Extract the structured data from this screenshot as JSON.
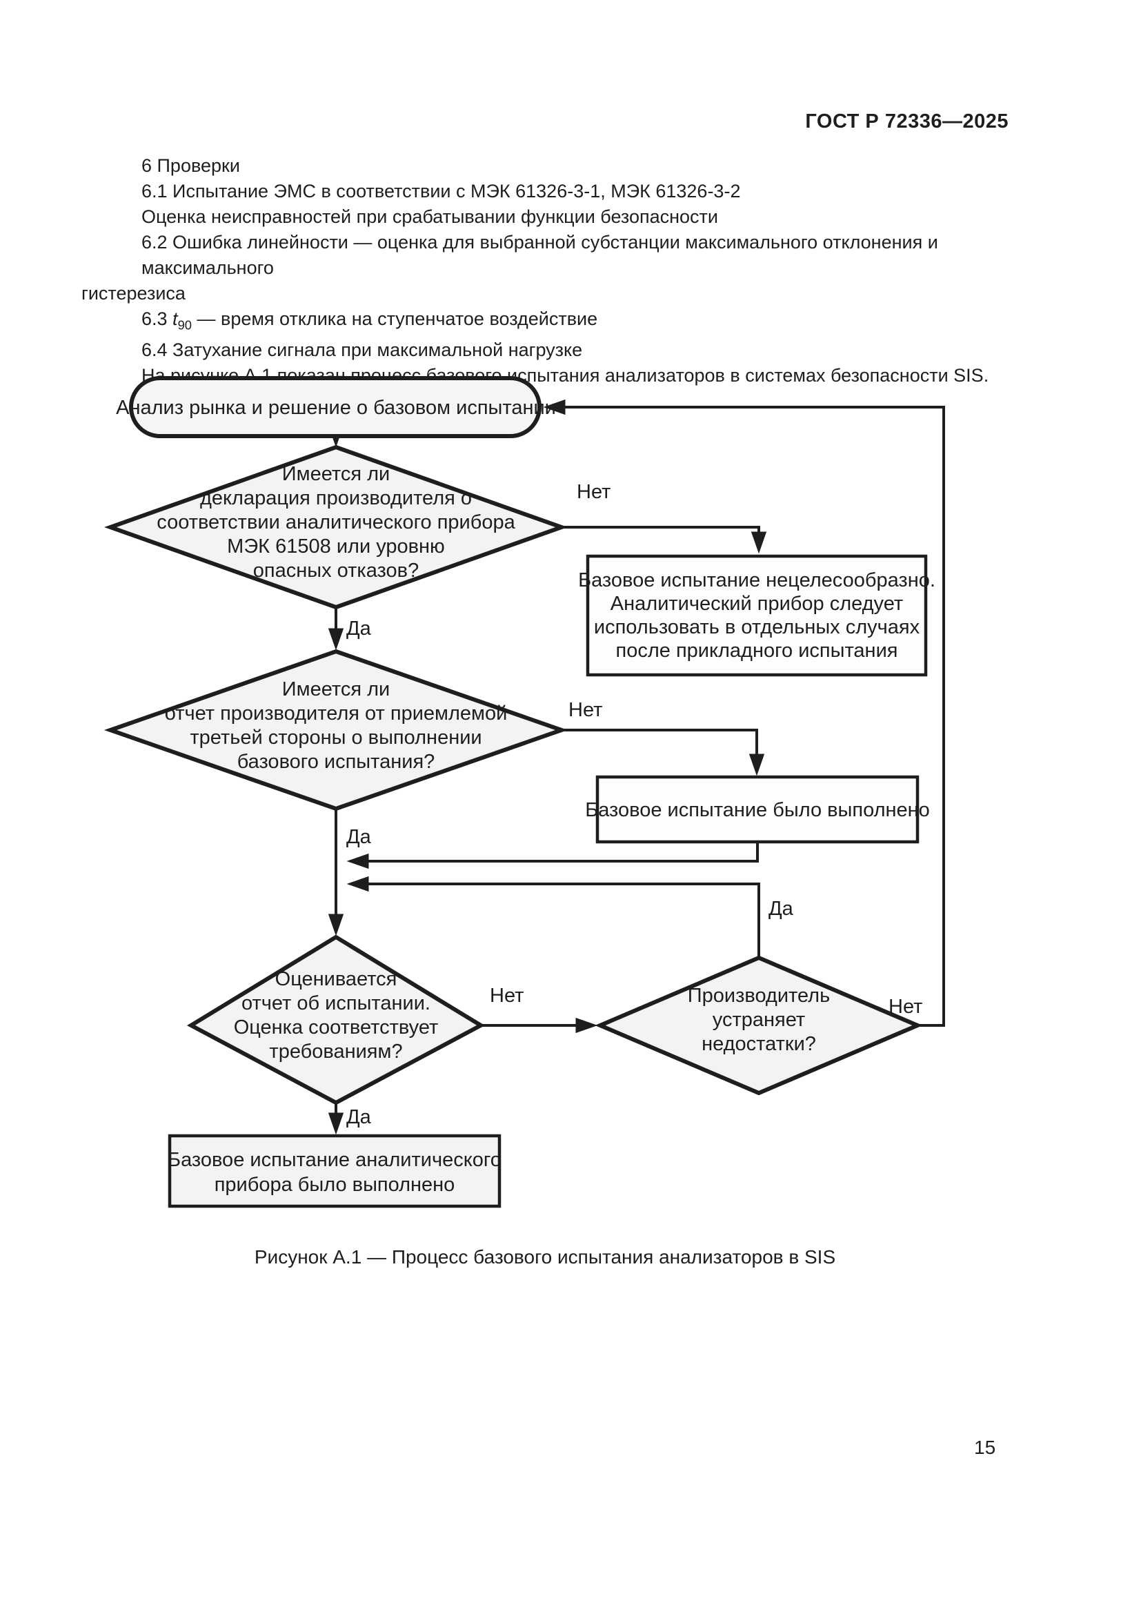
{
  "page": {
    "header": "ГОСТ Р 72336—2025",
    "page_number": "15"
  },
  "colors": {
    "ink": "#1e1e1e",
    "shape_fill_gray": "#f3f3f3",
    "shape_fill_white": "#fdfdfd",
    "paper": "#ffffff"
  },
  "paragraph": {
    "lines": [
      "6 Проверки",
      "6.1 Испытание ЭМС в соответствии с МЭК 61326-3-1, МЭК 61326-3-2",
      "Оценка неисправностей при срабатывании функции безопасности",
      "6.2 Ошибка линейности — оценка для выбранной субстанции максимального отклонения и максимального",
      "гистерезиса",
      "6.4 Затухание сигнала при максимальной нагрузке",
      "На рисунке А.1 показан процесс базового испытания анализаторов в системах безопасности SIS."
    ],
    "line63": {
      "prefix": "6.3 ",
      "var": "t",
      "sub": "90",
      "rest": " — время отклика на ступенчатое воздействие"
    }
  },
  "flowchart": {
    "start": "Анализ рынка и решение о базовом испытании",
    "d1": {
      "l1": "Имеется ли",
      "l2": "декларация производителя о",
      "l3": "соответствии аналитического прибора",
      "l4": "МЭК 61508 или уровню",
      "l5": "опасных отказов?"
    },
    "d2": {
      "l1": "Имеется ли",
      "l2": "отчет производителя от приемлемой",
      "l3": "третьей стороны  о выполнении",
      "l4": "базового испытания?"
    },
    "d3": {
      "l1": "Оценивается",
      "l2": "отчет об испытании.",
      "l3": "Оценка соответствует",
      "l4": "требованиям?"
    },
    "d4": {
      "l1": "Производитель",
      "l2": "устраняет",
      "l3": "недостатки?"
    },
    "box1": {
      "l1": "Базовое испытание нецелесообразно.",
      "l2": "Аналитический прибор следует",
      "l3": "использовать в отдельных случаях",
      "l4": "после прикладного испытания"
    },
    "box2": "Базовое испытание было выполнено",
    "box3": {
      "l1": "Базовое испытание аналитического",
      "l2": "прибора было выполнено"
    },
    "labels": {
      "yes": "Да",
      "no": "Нет"
    },
    "caption": "Рисунок А.1 — Процесс базового испытания анализаторов в SIS"
  }
}
